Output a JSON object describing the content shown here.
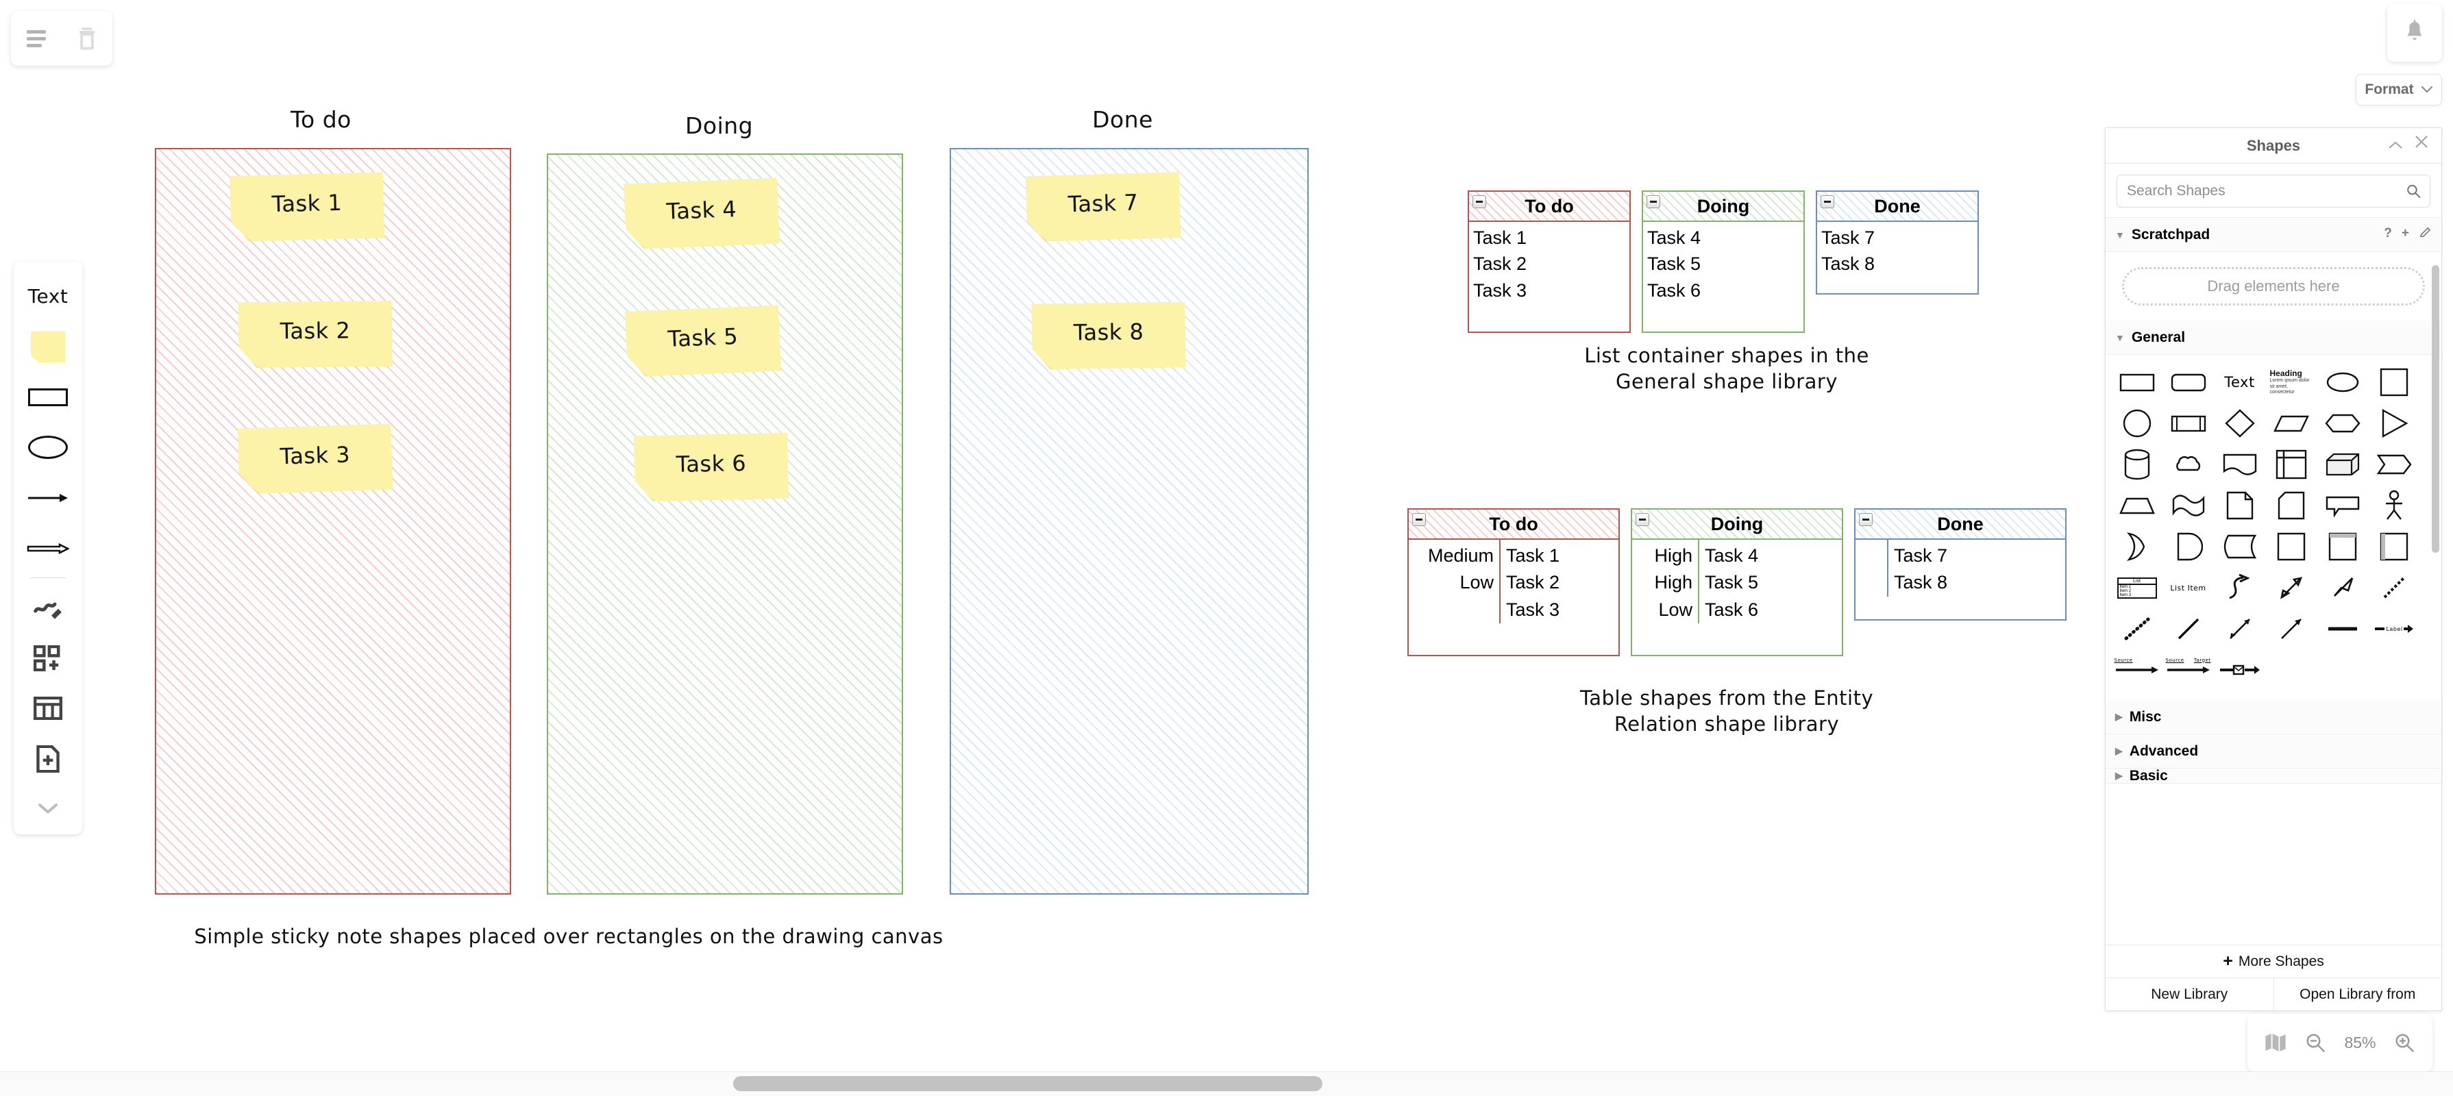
{
  "app": {
    "toolbar": {
      "menu_icon": "hamburger-menu-icon",
      "delete_icon": "trash-icon"
    },
    "notification_icon": "bell-icon",
    "format_button": {
      "label": "Format",
      "chevron": "chevron-down-icon"
    }
  },
  "left_palette": {
    "items": [
      {
        "name": "text-tool",
        "label": "Text"
      },
      {
        "name": "sticky-note-tool",
        "label": ""
      },
      {
        "name": "rectangle-tool",
        "label": ""
      },
      {
        "name": "ellipse-tool",
        "label": ""
      },
      {
        "name": "arrow-tool",
        "label": ""
      },
      {
        "name": "double-arrow-tool",
        "label": ""
      },
      {
        "name": "freehand-tool",
        "label": ""
      },
      {
        "name": "more-shapes-tool",
        "label": ""
      },
      {
        "name": "table-tool",
        "label": ""
      },
      {
        "name": "insert-page-tool",
        "label": ""
      },
      {
        "name": "expand-palette-tool",
        "label": ""
      }
    ]
  },
  "canvas": {
    "columns": [
      {
        "title": "To do",
        "color": "#b85450",
        "fill": "#f8cecc",
        "tasks": [
          "Task 1",
          "Task 2",
          "Task 3"
        ]
      },
      {
        "title": "Doing",
        "color": "#82b366",
        "fill": "#d5e8d4",
        "tasks": [
          "Task 4",
          "Task 5",
          "Task 6"
        ]
      },
      {
        "title": "Done",
        "color": "#6c8ebf",
        "fill": "#dae8fc",
        "tasks": [
          "Task 7",
          "Task 8"
        ]
      }
    ],
    "caption": "Simple sticky note shapes placed over rectangles on the drawing canvas",
    "list_containers": {
      "caption_line1": "List container shapes in the",
      "caption_line2": "General shape library",
      "boxes": [
        {
          "title": "To do",
          "color": "#b85450",
          "items": [
            "Task 1",
            "Task 2",
            "Task 3"
          ]
        },
        {
          "title": "Doing",
          "color": "#82b366",
          "items": [
            "Task 4",
            "Task 5",
            "Task 6"
          ]
        },
        {
          "title": "Done",
          "color": "#6c8ebf",
          "items": [
            "Task 7",
            "Task 8"
          ]
        }
      ]
    },
    "tables": {
      "caption_line1": "Table shapes from the Entity",
      "caption_line2": "Relation shape library",
      "boxes": [
        {
          "title": "To do",
          "color": "#b85450",
          "priorities": [
            "Medium",
            "Low",
            ""
          ],
          "tasks": [
            "Task 1",
            "Task 2",
            "Task 3"
          ]
        },
        {
          "title": "Doing",
          "color": "#82b366",
          "priorities": [
            "High",
            "High",
            "Low"
          ],
          "tasks": [
            "Task 4",
            "Task 5",
            "Task 6"
          ]
        },
        {
          "title": "Done",
          "color": "#6c8ebf",
          "priorities": [
            "",
            ""
          ],
          "tasks": [
            "Task 7",
            "Task 8"
          ]
        }
      ]
    }
  },
  "shapes_panel": {
    "title": "Shapes",
    "collapse_icon": "chevron-up-icon",
    "close_icon": "close-icon",
    "search": {
      "placeholder": "Search Shapes",
      "value": "",
      "icon": "search-icon"
    },
    "scratchpad": {
      "label": "Scratchpad",
      "help_icon": "question-mark-icon",
      "add_icon": "plus-icon",
      "edit_icon": "pencil-icon",
      "drop_hint": "Drag elements here"
    },
    "sections": [
      {
        "label": "General",
        "expanded": true
      },
      {
        "label": "Misc",
        "expanded": false
      },
      {
        "label": "Advanced",
        "expanded": false
      },
      {
        "label": "Basic",
        "expanded": false
      }
    ],
    "shape_labels": {
      "text": "Text",
      "heading": "Heading",
      "lorem": "Lorem ipsum dolor sit amet, consectetur",
      "list_title": "List",
      "list_items": [
        "Item 1",
        "Item 2",
        "Item 3"
      ],
      "list_item": "List Item",
      "label": "Label",
      "source": "Source",
      "target": "Target",
      "edge_label": "Label"
    },
    "footer": {
      "more_shapes": "More Shapes",
      "more_shapes_icon": "plus-icon",
      "new_library": "New Library",
      "open_library": "Open Library from"
    }
  },
  "zoom_widget": {
    "outline_icon": "map-outline-icon",
    "zoom_out_icon": "zoom-out-icon",
    "level": "85%",
    "zoom_in_icon": "zoom-in-icon"
  }
}
